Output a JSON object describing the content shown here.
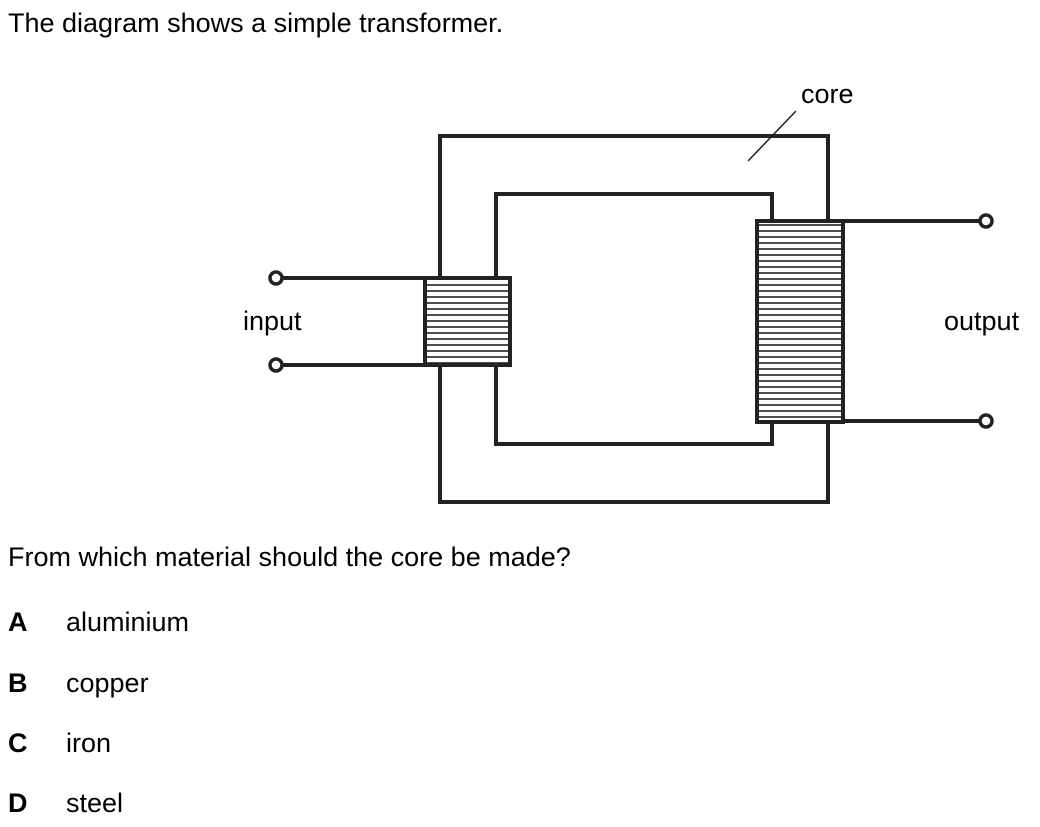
{
  "question": {
    "intro": "The diagram shows a simple transformer.",
    "prompt": "From which material should the core be made?",
    "options": [
      {
        "letter": "A",
        "text": "aluminium"
      },
      {
        "letter": "B",
        "text": "copper"
      },
      {
        "letter": "C",
        "text": "iron"
      },
      {
        "letter": "D",
        "text": "steel"
      }
    ]
  },
  "diagram": {
    "labels": {
      "core": "core",
      "input": "input",
      "output": "output"
    },
    "line_color": "#222222"
  }
}
